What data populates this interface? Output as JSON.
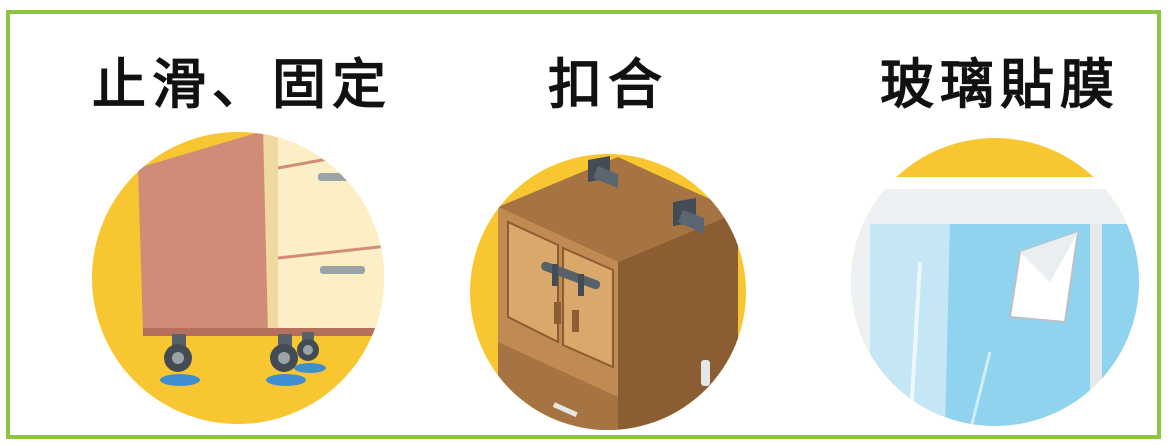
{
  "colors": {
    "frame_border": "#8cc63f",
    "circle_yellow": "#f7c631",
    "title_text": "#111111"
  },
  "panels": [
    {
      "title": "止滑、固定",
      "icon": "furniture-caster-wheels-icon"
    },
    {
      "title": "扣合",
      "icon": "cabinet-lock-brackets-icon"
    },
    {
      "title": "玻璃貼膜",
      "icon": "window-glass-film-icon"
    }
  ]
}
